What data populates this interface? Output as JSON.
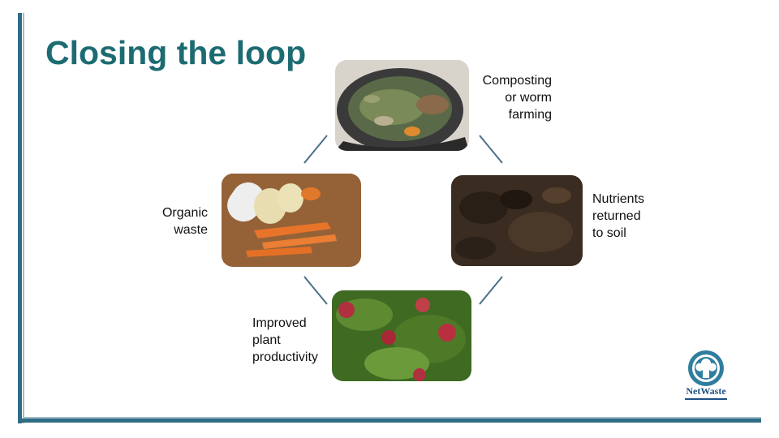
{
  "slide": {
    "title": "Closing the loop"
  },
  "stages": {
    "composting": [
      "Composting",
      "or worm",
      "farming"
    ],
    "nutrients": [
      "Nutrients",
      "returned",
      "to soil"
    ],
    "organic": [
      "Organic",
      "waste"
    ],
    "improved": [
      "Improved",
      "plant",
      "productivity"
    ]
  },
  "logo": {
    "name": "NetWaste"
  },
  "colors": {
    "title": "#1d6b72",
    "border": "#2f6d86",
    "arrow": "#4a7186"
  }
}
